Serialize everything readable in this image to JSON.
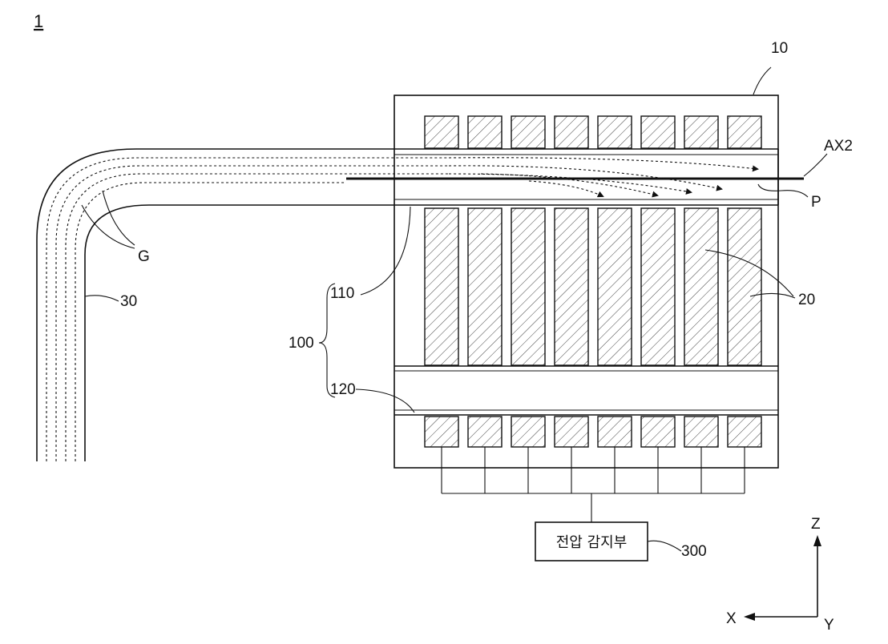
{
  "figure_number": "1",
  "labels": {
    "housing": "10",
    "cells": "20",
    "cable": "30",
    "assembly": "100",
    "upper_channel": "110",
    "lower_channel": "120",
    "sensor_ref": "300",
    "axis_ref": "AX2",
    "point": "P",
    "gas": "G"
  },
  "sensor_box_text": "전압 감지부",
  "axes": {
    "z": "Z",
    "x": "X",
    "y": "Y"
  }
}
